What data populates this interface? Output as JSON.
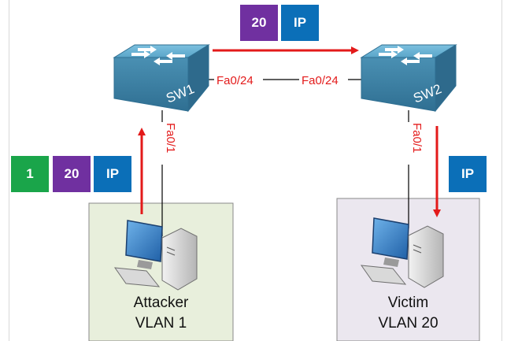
{
  "colors": {
    "vlan_tag_1": "#1aa54a",
    "vlan_tag_20": "#7030a0",
    "ip_tag": "#0b6fb8",
    "flow_arrow": "#e31a1a",
    "link": "#000000",
    "attacker_box_fill": "#e8efdc",
    "victim_box_fill": "#ebe7ef",
    "switch_body": "#4f97b9"
  },
  "frames": {
    "top_between_switches": [
      {
        "label": "20",
        "color_key": "vlan_tag_20"
      },
      {
        "label": "IP",
        "color_key": "ip_tag"
      }
    ],
    "attacker_uplink": [
      {
        "label": "1",
        "color_key": "vlan_tag_1"
      },
      {
        "label": "20",
        "color_key": "vlan_tag_20"
      },
      {
        "label": "IP",
        "color_key": "ip_tag"
      }
    ],
    "victim_downlink": [
      {
        "label": "IP",
        "color_key": "ip_tag"
      }
    ]
  },
  "switches": {
    "sw1": {
      "label": "SW1",
      "icon": "switch-icon"
    },
    "sw2": {
      "label": "SW2",
      "icon": "switch-icon"
    }
  },
  "ports": {
    "sw1_trunk": "Fa0/24",
    "sw2_trunk": "Fa0/24",
    "sw1_access": "Fa0/1",
    "sw2_access": "Fa0/1"
  },
  "hosts": {
    "attacker": {
      "name": "Attacker",
      "vlan": "VLAN 1",
      "icon": "computer-icon"
    },
    "victim": {
      "name": "Victim",
      "vlan": "VLAN 20",
      "icon": "computer-icon"
    }
  }
}
